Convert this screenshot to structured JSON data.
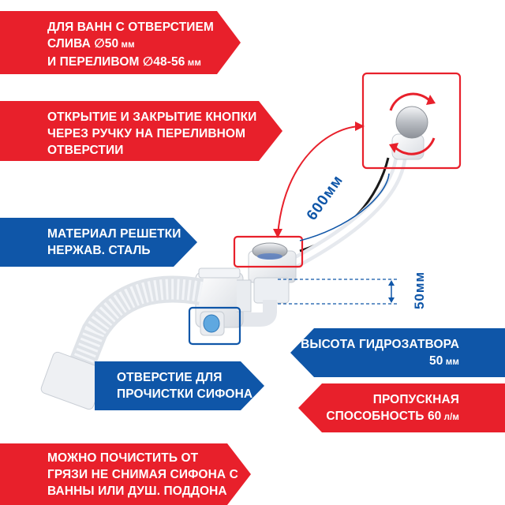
{
  "callouts": {
    "bath_holes": {
      "line1": "ДЛЯ ВАНН С ОТВЕРСТИЕМ",
      "line2_text": "СЛИВА ",
      "line2_symbol": "∅",
      "line2_value": "50",
      "line2_unit": " мм",
      "line3_text": "И ПЕРЕЛИВОМ ",
      "line3_symbol": "∅",
      "line3_value": "48-56",
      "line3_unit": " мм"
    },
    "button_control": {
      "line1": "ОТКРЫТИЕ И ЗАКРЫТИЕ КНОПКИ",
      "line2": "ЧЕРЕЗ РУЧКУ НА ПЕРЕЛИВНОМ",
      "line3": "ОТВЕРСТИИ"
    },
    "grate_material": {
      "line1": "МАТЕРИАЛ РЕШЕТКИ",
      "line2": "НЕРЖАВ. СТАЛЬ"
    },
    "cleaning_hole": {
      "line1": "ОТВЕРСТИЕ ДЛЯ",
      "line2": "ПРОЧИСТКИ СИФОНА"
    },
    "cleaning_note": {
      "line1": "МОЖНО ПОЧИСТИТЬ ОТ",
      "line2": "ГРЯЗИ НЕ СНИМАЯ СИФОНА С",
      "line3": "ВАННЫ ИЛИ ДУШ. ПОДДОНА"
    },
    "water_seal": {
      "line1": "ВЫСОТА ГИДРОЗАТВОРА",
      "value": "50",
      "unit": " мм"
    },
    "throughput": {
      "line1": "ПРОПУСКНАЯ",
      "line2_text": "СПОСОБНОСТЬ ",
      "value": "60",
      "unit": " л/м"
    }
  },
  "dimensions": {
    "cable_length": "600мм",
    "seal_height": "50мм"
  },
  "colors": {
    "red": "#e8202b",
    "blue": "#0f56a8",
    "plastic": "#eef0f3",
    "chrome": "#c9ccd1"
  }
}
